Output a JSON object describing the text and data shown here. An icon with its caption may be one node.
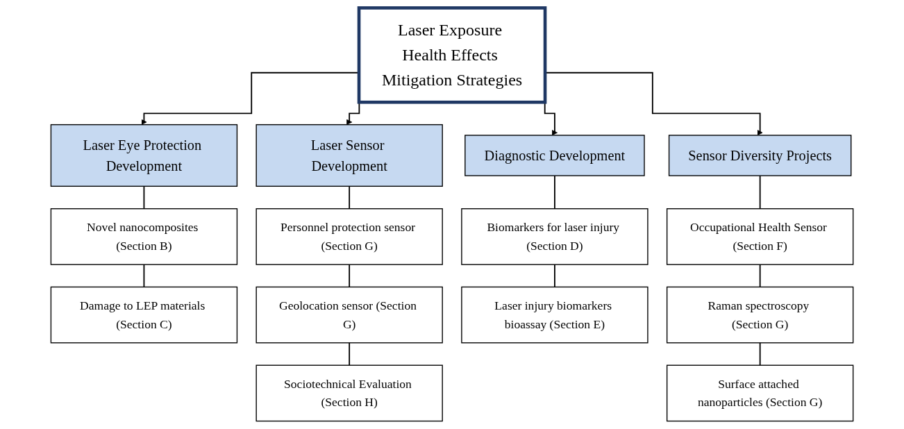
{
  "diagram": {
    "nodes": [
      {
        "text": [
          "Laser Exposure Health Effects Mitigation Strategies"
        ]
      },
      {
        "text": [
          "Laser Eye Protection Development"
        ]
      },
      {
        "text": [
          "Laser Sensor Development"
        ]
      },
      {
        "text": [
          "Diagnostic Development"
        ]
      },
      {
        "text": [
          "Sensor Diversity Projects"
        ]
      },
      {
        "text": [
          "Novel nanocomposites (Section B)"
        ]
      },
      {
        "text": [
          "Damage to LEP materials (Section C)"
        ]
      },
      {
        "text": [
          "Personnel protection sensor (Section G)"
        ]
      },
      {
        "text": [
          "Geolocation sensor (Section G)"
        ]
      },
      {
        "text": [
          "Sociotechnical Evaluation (Section H)"
        ]
      },
      {
        "text": [
          "Biomarkers for laser injury (Section D)"
        ]
      },
      {
        "text": [
          "Laser injury biomarkers bioassay (Section E)"
        ]
      },
      {
        "text": [
          "Occupational Health Sensor (Section F)"
        ]
      },
      {
        "text": [
          "Raman spectroscopy (Section G)"
        ]
      },
      {
        "text": [
          "Surface attached nanoparticles (Section G)"
        ]
      }
    ],
    "edges": [
      {
        "from": 0,
        "to": 1,
        "arrow": "to"
      },
      {
        "from": 0,
        "to": 2,
        "arrow": "to"
      },
      {
        "from": 0,
        "to": 3,
        "arrow": "to"
      },
      {
        "from": 0,
        "to": 4,
        "arrow": "to"
      },
      {
        "from": 1,
        "to": 5,
        "arrow": "none"
      },
      {
        "from": 5,
        "to": 6,
        "arrow": "none"
      },
      {
        "from": 2,
        "to": 7,
        "arrow": "none"
      },
      {
        "from": 7,
        "to": 8,
        "arrow": "none"
      },
      {
        "from": 8,
        "to": 9,
        "arrow": "none"
      },
      {
        "from": 3,
        "to": 10,
        "arrow": "none"
      },
      {
        "from": 10,
        "to": 11,
        "arrow": "none"
      },
      {
        "from": 4,
        "to": 12,
        "arrow": "none"
      },
      {
        "from": 12,
        "to": 13,
        "arrow": "none"
      },
      {
        "from": 13,
        "to": 14,
        "arrow": "none"
      }
    ]
  }
}
